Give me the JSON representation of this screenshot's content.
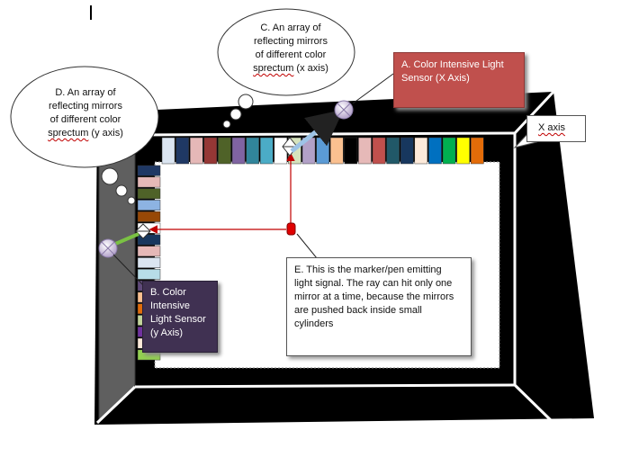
{
  "labels": {
    "a": {
      "line1": "A.  Color Intensive Light",
      "line2": "Sensor (X Axis)"
    },
    "b": {
      "line1": "B. Color",
      "line2": "Intensive",
      "line3": "Light Sensor",
      "line4": "(y Axis)"
    },
    "c": {
      "line1": "C. An array of",
      "line2": "reflecting mirrors",
      "line3": "of different color",
      "line4_word": "sprectum",
      "line4_rest": " (x axis)"
    },
    "d": {
      "line1": "D. An array of",
      "line2": "reflecting mirrors",
      "line3": "of different color",
      "line4_word": "sprectum",
      "line4_rest": " (y axis)"
    },
    "e": {
      "line1": "E. This is the marker/pen emitting",
      "line2": "light signal. The ray can hit only one",
      "line3": "mirror at a time, because the mirrors",
      "line4": "are pushed back inside small",
      "line5": "cylinders"
    },
    "x_axis": "X axis"
  },
  "colors": {
    "frame": "#000000",
    "wall": "#5f5f5f",
    "box_a": "#c0504d",
    "box_b": "#403152",
    "light_ray": "#c00000",
    "sensor_arrow": "#92c5e8",
    "sensor_arrow_y": "#7ac143",
    "sensor_ball": "#d8cde6"
  },
  "mirror_colors_x": [
    "#dbe5f1",
    "#1f3864",
    "#e5b8b7",
    "#953735",
    "#4f6228",
    "#8064a2",
    "#31859b",
    "#4bacc6",
    "#ffffff",
    "#d6e3bc",
    "#b2a1c7",
    "#5b9bd5",
    "#fac090",
    "#000000",
    "#e6b9b8",
    "#c0504d",
    "#215868",
    "#17375e",
    "#fdeada",
    "#0070c0",
    "#00b050",
    "#ffff00",
    "#e36c09"
  ],
  "mirror_colors_y": [
    "#1f3864",
    "#e6b9b8",
    "#4f6228",
    "#8db3e2",
    "#974806",
    "#ffffff",
    "#17375e",
    "#e5b8b7",
    "#dbe5f1",
    "#b7dde8",
    "#5f497a",
    "#fac090",
    "#e36c09",
    "#c3d69b",
    "#7030a0",
    "#fdeada",
    "#92d050"
  ]
}
